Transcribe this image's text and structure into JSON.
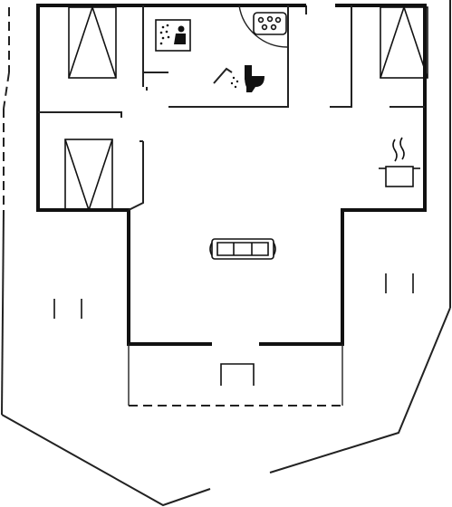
{
  "plan": {
    "rooms": [
      "bedroom-top-left",
      "bedroom-top-right",
      "bedroom-middle-left",
      "bathroom",
      "kitchen",
      "living-room",
      "terrace"
    ],
    "icons": [
      "bed-icon",
      "sauna-icon",
      "hot-tub-icon",
      "shower-icon",
      "toilet-icon",
      "stove-pot-icon",
      "sofa-icon",
      "table-icon",
      "chair-icon"
    ],
    "colors": {
      "line": "#111111",
      "background": "#ffffff"
    }
  }
}
